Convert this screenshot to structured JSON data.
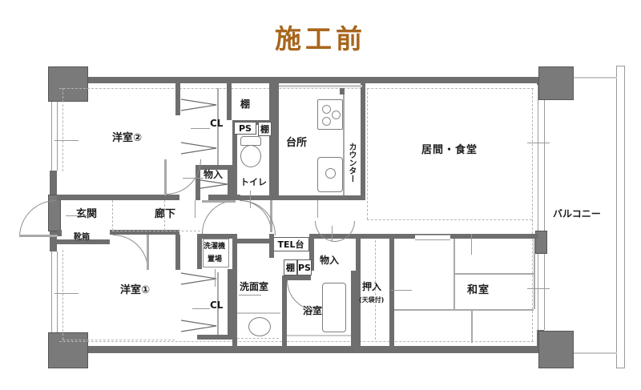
{
  "title": "施工前",
  "accent_color": "#a8661c",
  "wall_color": "#6e6e6e",
  "pillar_color": "#7a7a7a",
  "plan": {
    "type": "apartment-floor-plan",
    "rooms": [
      {
        "id": "washitsu",
        "label": "和室",
        "kind": "japanese-room"
      },
      {
        "id": "living",
        "label": "居間・食堂",
        "kind": "living-dining"
      },
      {
        "id": "kitchen",
        "label": "台所",
        "kind": "kitchen"
      },
      {
        "id": "yoshitsu2",
        "label": "洋室②",
        "kind": "western-room"
      },
      {
        "id": "yoshitsu1",
        "label": "洋室①",
        "kind": "western-room"
      },
      {
        "id": "balcony",
        "label": "バルコニー",
        "kind": "balcony"
      },
      {
        "id": "genkan",
        "label": "玄関",
        "kind": "entrance"
      },
      {
        "id": "rouka",
        "label": "廊下",
        "kind": "corridor"
      },
      {
        "id": "senmenshitsu",
        "label": "洗面室",
        "kind": "washroom"
      },
      {
        "id": "yokushitsu",
        "label": "浴室",
        "kind": "bathroom"
      },
      {
        "id": "toilet",
        "label": "トイレ",
        "kind": "toilet"
      }
    ],
    "storage": [
      {
        "id": "cl-top",
        "label": "CL",
        "kind": "closet"
      },
      {
        "id": "cl-bottom",
        "label": "CL",
        "kind": "closet"
      },
      {
        "id": "monoire-top",
        "label": "物入",
        "kind": "storage"
      },
      {
        "id": "monoire-mid",
        "label": "物入",
        "kind": "storage"
      },
      {
        "id": "oshiire",
        "label": "押入",
        "kind": "japanese-closet"
      },
      {
        "id": "oshiire-sub",
        "label": "(天袋付)",
        "kind": "note"
      },
      {
        "id": "getabako",
        "label": "靴箱",
        "kind": "shoe-cabinet"
      },
      {
        "id": "sentakuki-1",
        "label": "洗濯機",
        "kind": "washer-space"
      },
      {
        "id": "sentakuki-2",
        "label": "置場",
        "kind": "washer-space"
      }
    ],
    "boxed_labels": [
      {
        "id": "tana-top",
        "label": "棚",
        "kind": "shelf"
      },
      {
        "id": "ps-top",
        "label": "PS",
        "kind": "pipe-space"
      },
      {
        "id": "tana-mid",
        "label": "棚",
        "kind": "shelf"
      },
      {
        "id": "tel-dai",
        "label": "TEL台",
        "kind": "telephone-stand"
      },
      {
        "id": "tana-low",
        "label": "棚",
        "kind": "shelf"
      },
      {
        "id": "ps-low",
        "label": "PS",
        "kind": "pipe-space"
      }
    ],
    "vertical_labels": [
      {
        "id": "counter",
        "label": "カウンター",
        "kind": "counter"
      }
    ]
  }
}
